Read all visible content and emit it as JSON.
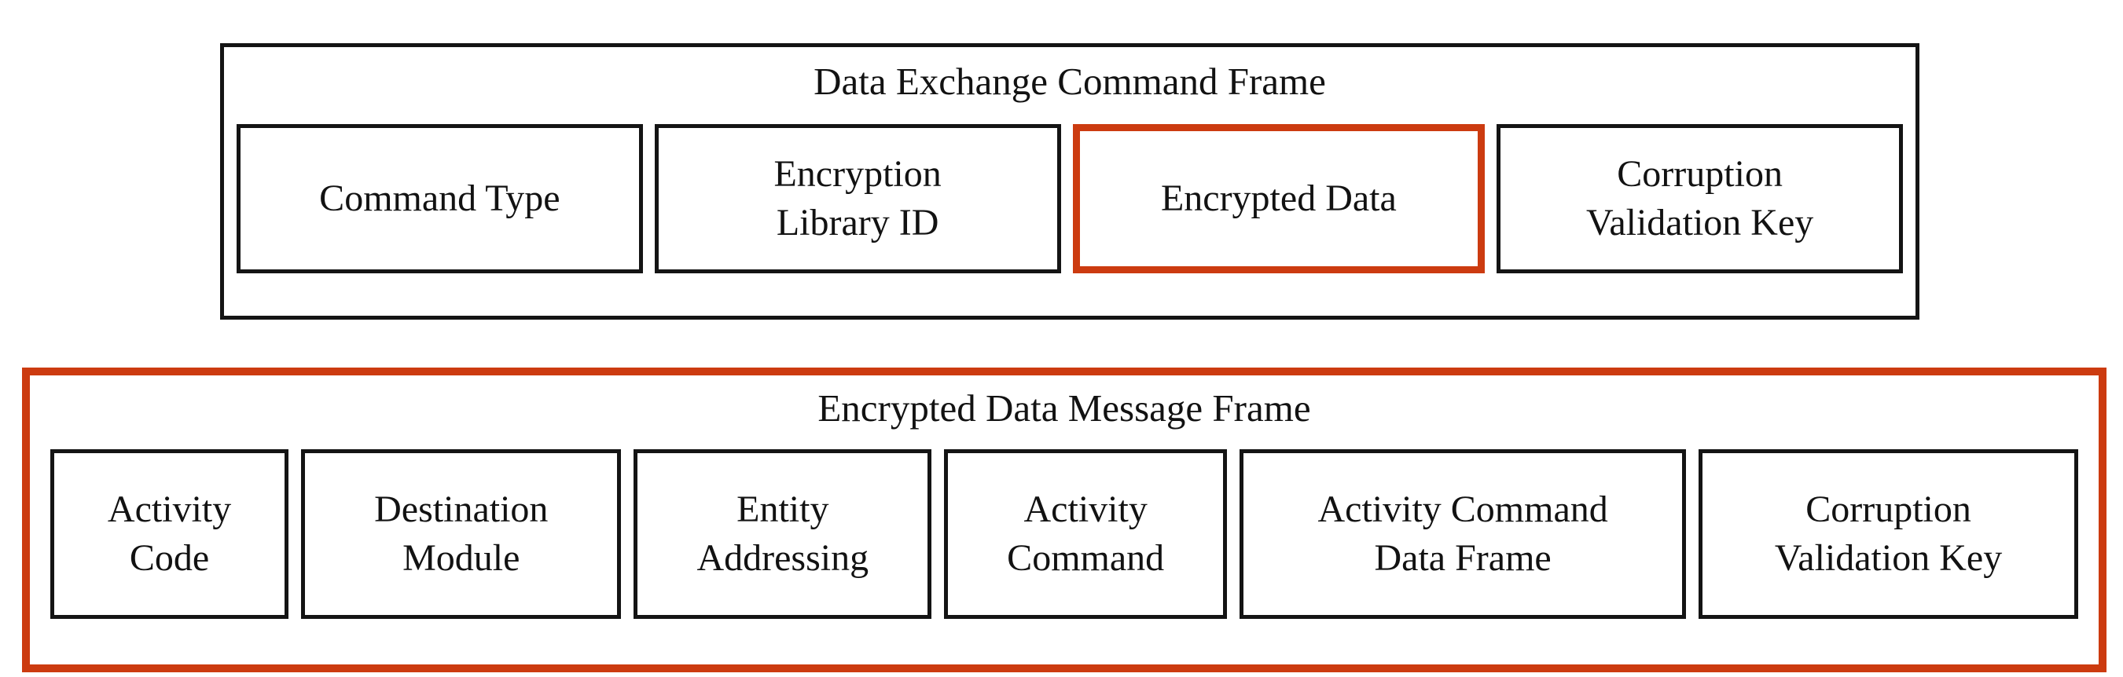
{
  "colors": {
    "highlight_red": "#cc3b10",
    "line_black": "#141414",
    "background": "#ffffff"
  },
  "frames": {
    "command_frame": {
      "title": "Data Exchange Command Frame",
      "fields": [
        {
          "label": "Command Type",
          "highlighted": false
        },
        {
          "label": "Encryption\nLibrary ID",
          "highlighted": false
        },
        {
          "label": "Encrypted Data",
          "highlighted": true
        },
        {
          "label": "Corruption\nValidation Key",
          "highlighted": false
        }
      ]
    },
    "message_frame": {
      "title": "Encrypted Data Message Frame",
      "highlighted": true,
      "fields": [
        {
          "label": "Activity\nCode"
        },
        {
          "label": "Destination\nModule"
        },
        {
          "label": "Entity\nAddressing"
        },
        {
          "label": "Activity\nCommand"
        },
        {
          "label": "Activity Command\nData Frame"
        },
        {
          "label": "Corruption\nValidation Key"
        }
      ]
    }
  }
}
